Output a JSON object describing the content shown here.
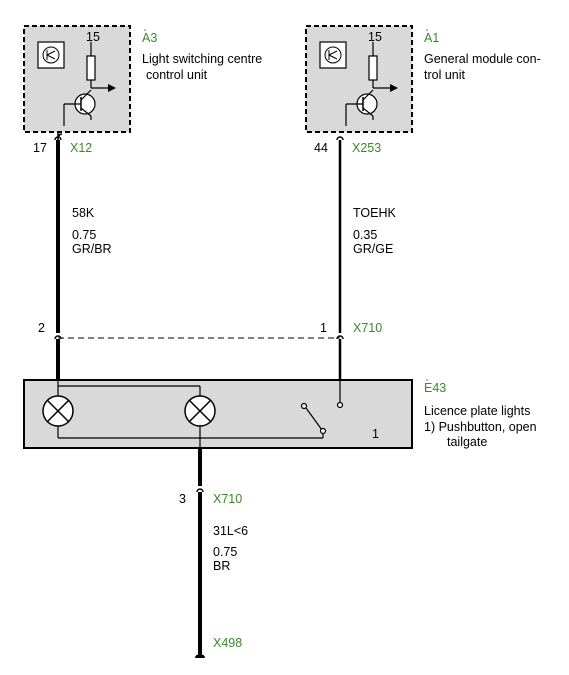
{
  "components": {
    "a3": {
      "id": "A3",
      "name_line1": "Light switching centre",
      "name_line2": "control unit",
      "pin_top": "15",
      "pin_out": "17",
      "connector": "X12"
    },
    "a1": {
      "id": "A1",
      "name_line1": "General module con-",
      "name_line2": "trol unit",
      "pin_top": "15",
      "pin_out": "44",
      "connector": "X253"
    },
    "e43": {
      "id": "E43",
      "name_line1": "Licence plate lights",
      "name_line2": "1) Pushbutton, open",
      "name_line3": "tailgate",
      "switch_note": "1"
    }
  },
  "wires": {
    "left": {
      "signal": "58K",
      "size": "0.75",
      "color": "GR/BR"
    },
    "right": {
      "signal": "TOEHK",
      "size": "0.35",
      "color": "GR/GE"
    },
    "bottom": {
      "signal": "31L<6",
      "size": "0.75",
      "color": "BR"
    }
  },
  "connectors": {
    "x710_top": {
      "name": "X710",
      "pin_left": "2",
      "pin_right": "1"
    },
    "x710_bottom": {
      "name": "X710",
      "pin": "3"
    },
    "ground": {
      "name": "X498"
    }
  },
  "colors": {
    "connector_label": "#3a8a2a",
    "module_fill": "#d9d9d9",
    "line": "#000000"
  }
}
